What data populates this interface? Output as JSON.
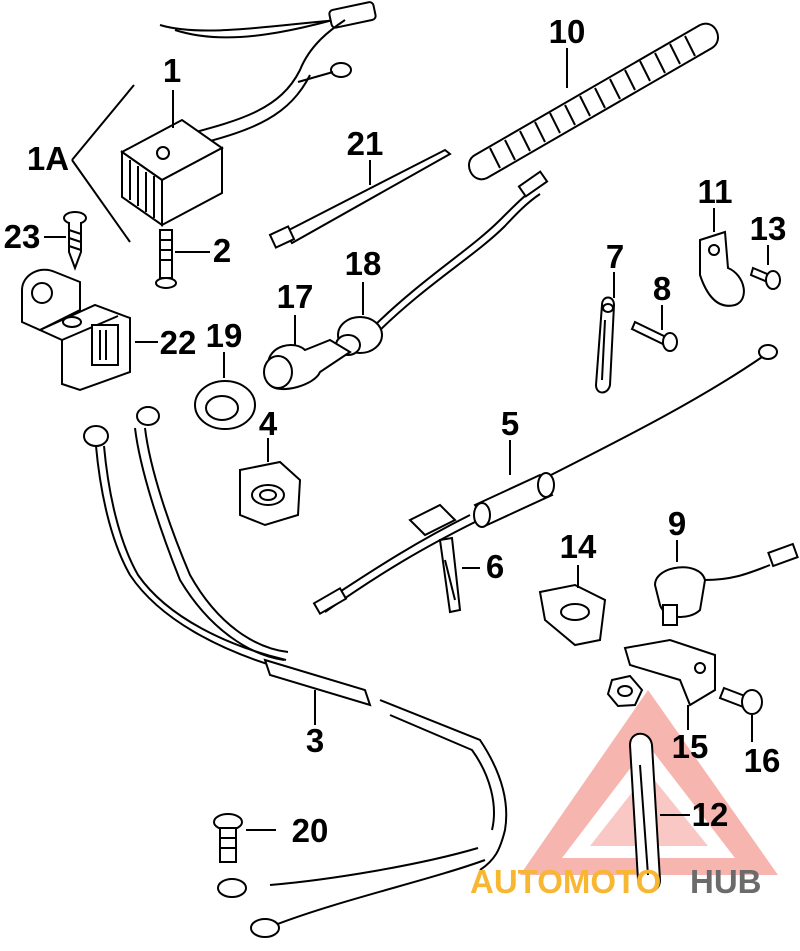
{
  "part_labels": {
    "p1": "1",
    "p1a": "1A",
    "p2": "2",
    "p3": "3",
    "p4": "4",
    "p5": "5",
    "p6": "6",
    "p7": "7",
    "p8": "8",
    "p9": "9",
    "p10": "10",
    "p11": "11",
    "p12": "12",
    "p13": "13",
    "p14": "14",
    "p15": "15",
    "p16": "16",
    "p17": "17",
    "p18": "18",
    "p19": "19",
    "p20": "20",
    "p21": "21",
    "p22": "22",
    "p23": "23"
  },
  "watermark": {
    "word_a": "AUTOMOTO",
    "word_b": "HUB",
    "color_logo": "#f28b82",
    "color_a": "#f7b733",
    "color_b": "#6b6b6b"
  }
}
